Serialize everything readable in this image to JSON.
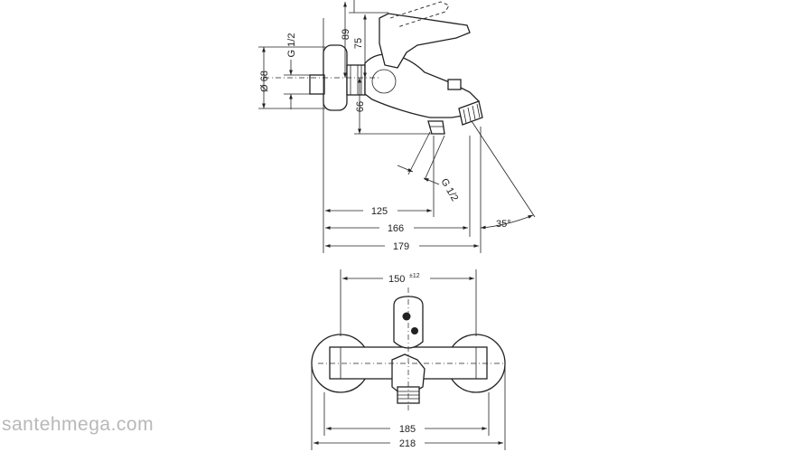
{
  "side_view": {
    "dim_125": "125",
    "dim_166": "166",
    "dim_179": "179",
    "dim_89": "89",
    "dim_75": "75",
    "dim_66": "66",
    "dim_d68": "Ø 68",
    "thread_top": "G 1/2",
    "thread_bottom": "G 1/2",
    "angle": "35°"
  },
  "front_view": {
    "dim_150": "150",
    "dim_150_tol": "±12",
    "dim_185": "185",
    "dim_218": "218"
  },
  "watermark": "santehmega.com"
}
